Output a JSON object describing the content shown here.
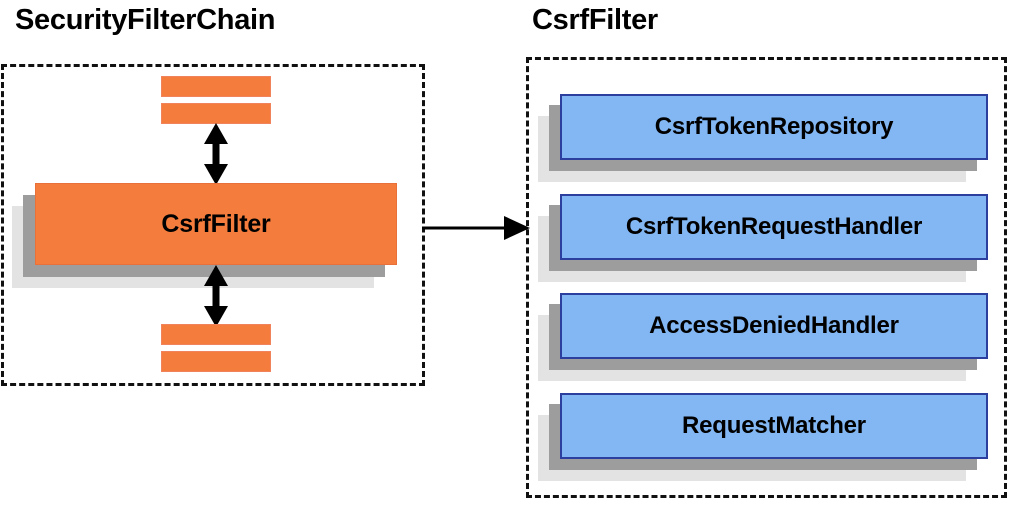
{
  "diagram": {
    "type": "architecture-block-diagram",
    "background_color": "#ffffff",
    "panels": [
      {
        "id": "security-filter-chain",
        "title": "SecurityFilterChain",
        "border_style": "dashed",
        "border_color": "#111111",
        "items": [
          {
            "id": "filter-bar-1",
            "label": "",
            "shape": "bar",
            "color": "#f47c3c"
          },
          {
            "id": "filter-bar-2",
            "label": "",
            "shape": "bar",
            "color": "#f47c3c"
          },
          {
            "id": "csrf-filter",
            "label": "CsrfFilter",
            "shape": "stacked-box",
            "color": "#f47c3c"
          },
          {
            "id": "filter-bar-3",
            "label": "",
            "shape": "bar",
            "color": "#f47c3c"
          },
          {
            "id": "filter-bar-4",
            "label": "",
            "shape": "bar",
            "color": "#f47c3c"
          }
        ]
      },
      {
        "id": "csrf-filter-detail",
        "title": "CsrfFilter",
        "border_style": "dashed",
        "border_color": "#111111",
        "items": [
          {
            "id": "csrf-token-repository",
            "label": "CsrfTokenRepository",
            "shape": "stacked-box",
            "color": "#82b7f4"
          },
          {
            "id": "csrf-token-request-handler",
            "label": "CsrfTokenRequestHandler",
            "shape": "stacked-box",
            "color": "#82b7f4"
          },
          {
            "id": "access-denied-handler",
            "label": "AccessDeniedHandler",
            "shape": "stacked-box",
            "color": "#82b7f4"
          },
          {
            "id": "request-matcher",
            "label": "RequestMatcher",
            "shape": "stacked-box",
            "color": "#82b7f4"
          }
        ]
      }
    ],
    "connectors": [
      {
        "id": "arrow-up",
        "direction": "bidirectional-vertical",
        "color": "#000000"
      },
      {
        "id": "arrow-down",
        "direction": "bidirectional-vertical",
        "color": "#000000"
      },
      {
        "id": "arrow-expand",
        "direction": "left-to-right",
        "color": "#000000"
      }
    ],
    "colors": {
      "orange_fill": "#f47c3c",
      "orange_border": "#e8703a",
      "blue_fill": "#82b7f4",
      "blue_border": "#2d3f9e",
      "shadow_dark": "#9d9d9d",
      "shadow_light": "#e3e3e3",
      "text": "#000000"
    }
  }
}
